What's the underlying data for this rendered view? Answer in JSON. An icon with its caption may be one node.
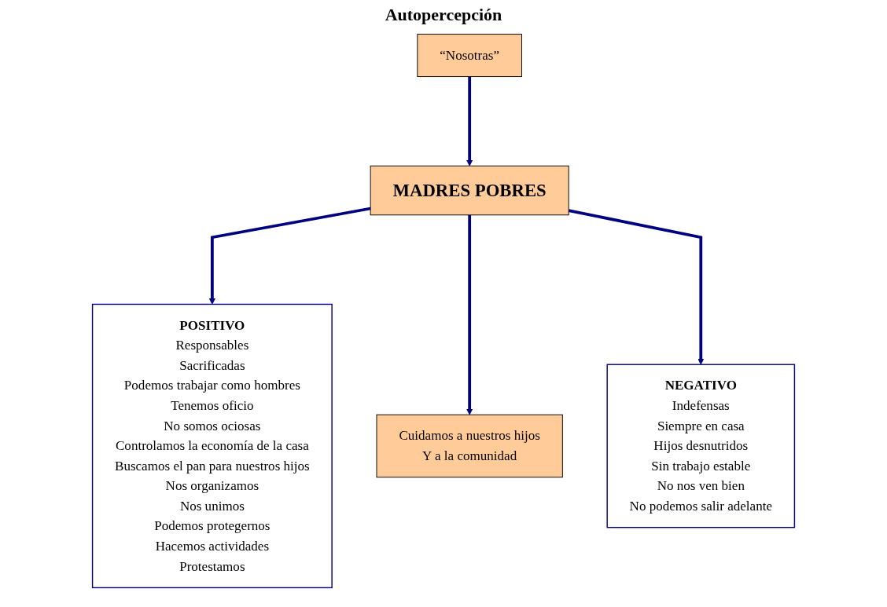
{
  "diagram": {
    "title": "Autopercepción",
    "nodes": [
      {
        "text": [
          "“Nosotras”"
        ]
      },
      {
        "text": [
          "POSITIVO",
          "Responsables",
          "Sacrificadas",
          "Podemos trabajar como hombres",
          "Tenemos oficio",
          "No somos ociosas",
          "Controlamos la economía de la casa",
          "Buscamos el pan para nuestros hijos",
          "Nos organizamos",
          "Nos unimos",
          "Podemos protegernos",
          "Hacemos actividades",
          "Protestamos"
        ]
      },
      {
        "text": [
          "NEGATIVO",
          "Indefensas",
          "Siempre en casa",
          "Hijos desnutridos",
          "Sin trabajo estable",
          "No nos ven bien",
          "No podemos salir adelante"
        ]
      },
      {
        "text": [
          "MADRES POBRES"
        ]
      },
      {
        "text": [
          "Cuidamos a nuestros hijos",
          "Y a la comunidad"
        ]
      }
    ],
    "edges": [
      {
        "from": 0,
        "to": 3,
        "arrow": "to"
      },
      {
        "from": 3,
        "to": 1,
        "arrow": "to"
      },
      {
        "from": 3,
        "to": 4,
        "arrow": "to"
      },
      {
        "from": 3,
        "to": 2,
        "arrow": "to"
      }
    ]
  }
}
